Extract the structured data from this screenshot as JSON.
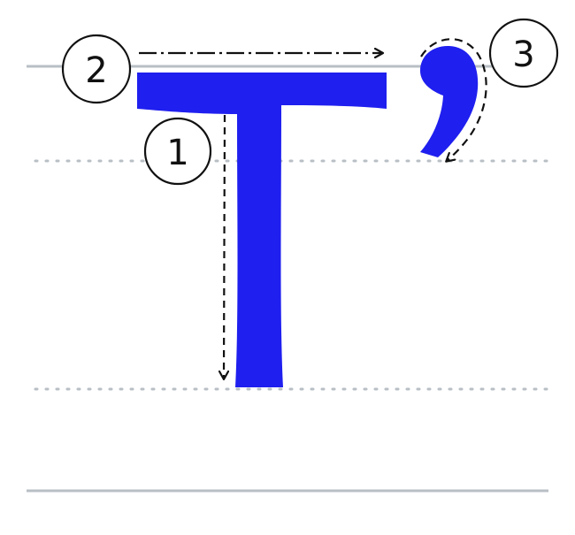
{
  "title": "",
  "colors": {
    "glyph": "#1f1fef",
    "guide_solid": "#b8bfc5",
    "guide_dotted": "#b8bfc5",
    "stroke_path": "#111111"
  },
  "strokes": [
    {
      "order": "1",
      "direction": "down",
      "style": "dashed",
      "description_visible": false
    },
    {
      "order": "2",
      "direction": "right",
      "style": "dash-dot",
      "description_visible": false
    },
    {
      "order": "3",
      "direction": "curve-down-left",
      "style": "dashed",
      "description_visible": false
    }
  ],
  "glyph": "T with apostrophe-like comma mark"
}
